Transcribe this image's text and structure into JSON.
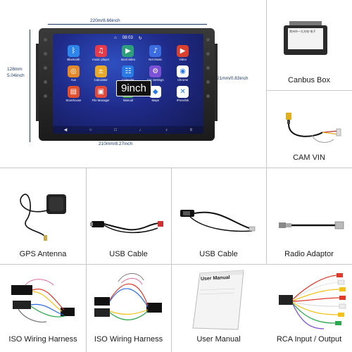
{
  "main_unit": {
    "dims": {
      "width_top": "220m/8.66inch",
      "height_left_1": "128mm",
      "height_left_2": "5.04inch",
      "depth_right": "21mm/0.83inch",
      "width_bottom": "210mm/8.27inch"
    },
    "status_time": "08:03",
    "size_badge": "9inch",
    "apps": [
      {
        "label": "Bluetooth",
        "color": "#2f86ea",
        "icon": "bluetooth-icon",
        "glyph": "ᛒ"
      },
      {
        "label": "music player",
        "color": "#e63b4a",
        "icon": "music-icon",
        "glyph": "♫"
      },
      {
        "label": "local video",
        "color": "#2e9f7a",
        "icon": "video-icon",
        "glyph": "▶"
      },
      {
        "label": "Net Music",
        "color": "#3b6de0",
        "icon": "net-music-icon",
        "glyph": "♪"
      },
      {
        "label": "Video",
        "color": "#d9412e",
        "icon": "play-icon",
        "glyph": "▶"
      },
      {
        "label": "Aux",
        "color": "#e58a2b",
        "icon": "aux-icon",
        "glyph": "◎"
      },
      {
        "label": "Calculator",
        "color": "#e9a92b",
        "icon": "calculator-icon",
        "glyph": "±"
      },
      {
        "label": "Calendar",
        "color": "#2a7ae6",
        "icon": "calendar-icon",
        "glyph": "☷"
      },
      {
        "label": "Car Settings",
        "color": "#7b52d6",
        "icon": "car-settings-icon",
        "glyph": "⚙"
      },
      {
        "label": "Chrome",
        "color": "#ffffff",
        "icon": "chrome-icon",
        "glyph": "◉"
      },
      {
        "label": "Storehouse",
        "color": "#e0502f",
        "icon": "storehouse-icon",
        "glyph": "▤"
      },
      {
        "label": "File Manager",
        "color": "#e04a3c",
        "icon": "file-manager-icon",
        "glyph": "▣"
      },
      {
        "label": "Manual",
        "color": "#3fa24a",
        "icon": "android-icon",
        "glyph": "✦"
      },
      {
        "label": "Maps",
        "color": "#ffffff",
        "icon": "maps-icon",
        "glyph": "◆"
      },
      {
        "label": "iPonelink",
        "color": "#ffffff",
        "icon": "phonelink-icon",
        "glyph": "✕"
      }
    ]
  },
  "accessories": [
    {
      "label": "Canbus Box",
      "icon": "canbus-box-icon"
    },
    {
      "label": "CAM VIN",
      "icon": "cam-vin-cable-icon"
    },
    {
      "label": "GPS Antenna",
      "icon": "gps-antenna-icon"
    },
    {
      "label": "USB Cable",
      "icon": "usb-cable-icon"
    },
    {
      "label": "USB Cable",
      "icon": "usb-cable-2-icon"
    },
    {
      "label": "Radio Adaptor",
      "icon": "radio-adaptor-icon"
    },
    {
      "label": "ISO Wiring Harness",
      "icon": "iso-harness-icon"
    },
    {
      "label": "ISO Wiring Harness",
      "icon": "iso-harness-2-icon"
    },
    {
      "label": "User Manual",
      "icon": "user-manual-icon"
    },
    {
      "label": "RCA Input / Output",
      "icon": "rca-cable-icon"
    }
  ],
  "canbus_label_text": "常州市一久光电·电子"
}
